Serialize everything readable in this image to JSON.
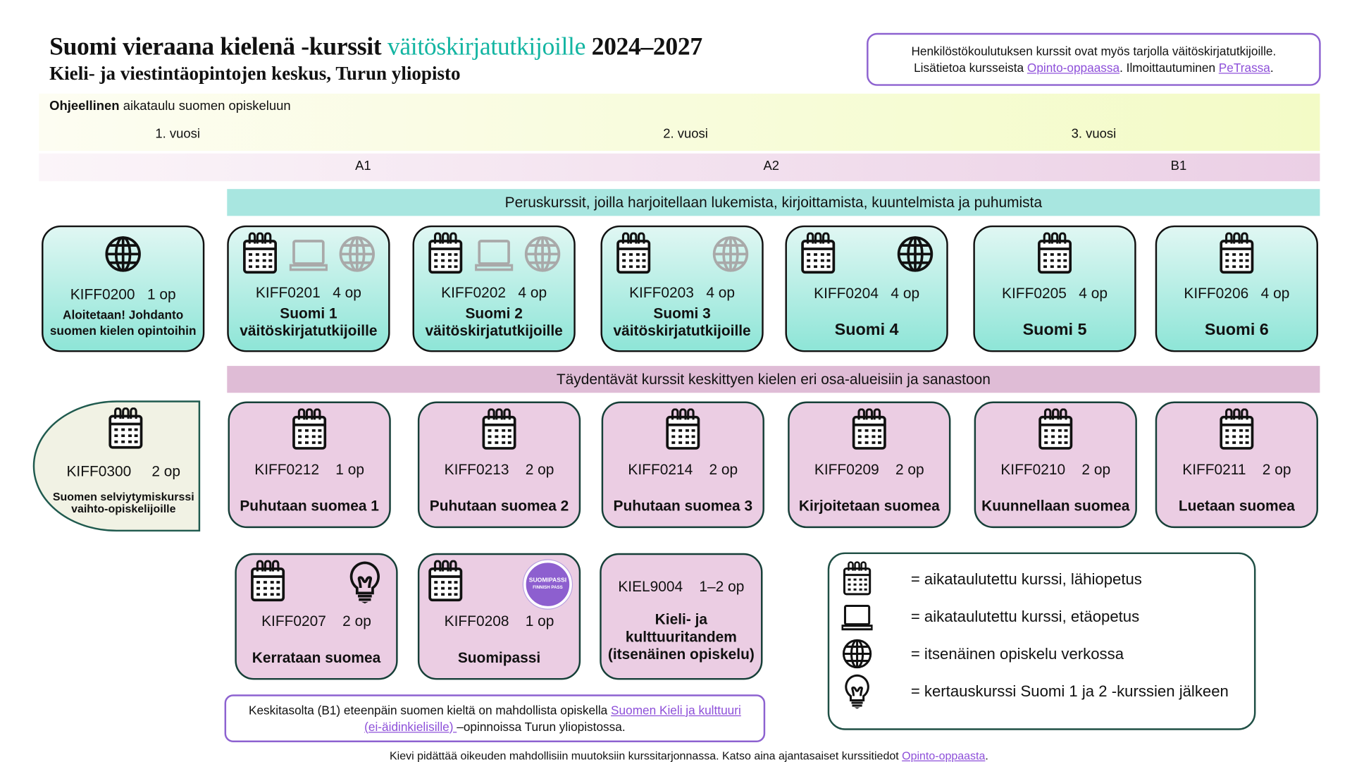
{
  "header": {
    "title_part1": "Suomi vieraana kielenä -kurssit ",
    "title_accent": "väitöskirjatutkijoille",
    "title_part2": " 2024–2027",
    "subtitle": "Kieli- ja viestintäopintojen keskus, Turun yliopisto",
    "accent_color": "#13b5a2"
  },
  "info": {
    "line1": "Henkilöstökoulutuksen kurssit ovat myös tarjolla väitöskirjatutkijoille.",
    "line2_pre": "Lisätietoa kursseista ",
    "link1": "Opinto-oppaassa",
    "line2_mid": ". Ilmoittautuminen ",
    "link2": "PeTrassa",
    "line2_end": "."
  },
  "schedule": {
    "label_bold": "Ohjeellinen",
    "label_rest": " aikataulu suomen opiskeluun",
    "years": [
      "1. vuosi",
      "2. vuosi",
      "3. vuosi"
    ],
    "levels": [
      "A1",
      "A2",
      "B1"
    ]
  },
  "core_header": "Peruskurssit, joilla harjoitellaan lukemista, kirjoittamista, kuuntelmista ja puhumista",
  "core_courses": [
    {
      "code": "KIFF0200   1 op",
      "name": "Aloitetaan! Johdanto suomen kielen opintoihin",
      "icons": [
        "globe"
      ],
      "style": "small"
    },
    {
      "code": "KIFF0201   4 op",
      "name": "Suomi 1 väitöskirjatutkijoille",
      "icons": [
        "calendar",
        "laptop-grey",
        "globe-grey"
      ]
    },
    {
      "code": "KIFF0202   4 op",
      "name": "Suomi 2 väitöskirjatutkijoille",
      "icons": [
        "calendar",
        "laptop-grey",
        "globe-grey"
      ]
    },
    {
      "code": "KIFF0203   4 op",
      "name": "Suomi 3 väitöskirjatutkijoille",
      "icons": [
        "calendar",
        "blank",
        "globe-grey"
      ]
    },
    {
      "code": "KIFF0204   4 op",
      "name": "Suomi 4",
      "icons": [
        "calendar",
        "blank",
        "globe"
      ],
      "style": "big"
    },
    {
      "code": "KIFF0205   4 op",
      "name": "Suomi 5",
      "icons": [
        "calendar"
      ],
      "style": "big"
    },
    {
      "code": "KIFF0206   4 op",
      "name": "Suomi 6",
      "icons": [
        "calendar"
      ],
      "style": "big"
    }
  ],
  "supp_header": "Täydentävät kurssit keskittyen kielen eri osa-alueisiin ja sanastoon",
  "exchange_course": {
    "code": "KIFF0300     2 op",
    "name": "Suomen selviytymiskurssi vaihto-opiskelijoille"
  },
  "supp_courses": [
    {
      "code": "KIFF0212    1 op",
      "name": "Puhutaan suomea 1",
      "icons": [
        "calendar"
      ]
    },
    {
      "code": "KIFF0213    2 op",
      "name": "Puhutaan suomea 2",
      "icons": [
        "calendar"
      ]
    },
    {
      "code": "KIFF0214    2 op",
      "name": "Puhutaan suomea 3",
      "icons": [
        "calendar"
      ]
    },
    {
      "code": "KIFF0209    2 op",
      "name": "Kirjoitetaan suomea",
      "icons": [
        "calendar"
      ]
    },
    {
      "code": "KIFF0210    2 op",
      "name": "Kuunnellaan suomea",
      "icons": [
        "calendar"
      ]
    },
    {
      "code": "KIFF0211    2 op",
      "name": "Luetaan suomea",
      "icons": [
        "calendar"
      ]
    },
    {
      "code": "KIFF0207    2 op",
      "name": "Kerrataan suomea",
      "icons": [
        "calendar",
        "blank",
        "bulb"
      ]
    },
    {
      "code": "KIFF0208    1 op",
      "name": "Suomipassi",
      "icons": [
        "calendar",
        "blank",
        "suomipassi"
      ]
    },
    {
      "code": "KIEL9004    1–2 op",
      "name": "Kieli- ja kulttuuritandem (itsenäinen opiskelu)",
      "icons": []
    }
  ],
  "badge": {
    "line1": "SUOMIPASSI",
    "line2": "FINNISH PASS",
    "color": "#8d5fcf"
  },
  "legend": [
    {
      "icon": "calendar",
      "text": "= aikataulutettu kurssi, lähiopetus"
    },
    {
      "icon": "laptop",
      "text": "= aikataulutettu kurssi, etäopetus"
    },
    {
      "icon": "globe",
      "text": "= itsenäinen opiskelu verkossa"
    },
    {
      "icon": "bulb",
      "text": "= kertauskurssi Suomi 1 ja 2 -kurssien jälkeen"
    }
  ],
  "note": {
    "pre": "Keskitasolta (B1) eteenpäin suomen kieltä on mahdollista opiskella ",
    "link": "Suomen Kieli ja kulttuuri (ei-äidinkielisille) ",
    "post": "–opinnoissa Turun yliopistossa."
  },
  "footer": {
    "text": "Kievi pidättää oikeuden mahdollisiin muutoksiin kurssitarjonnassa. Katso aina ajantasaiset kurssitiedot ",
    "link": "Opinto-oppaasta",
    "end": "."
  }
}
